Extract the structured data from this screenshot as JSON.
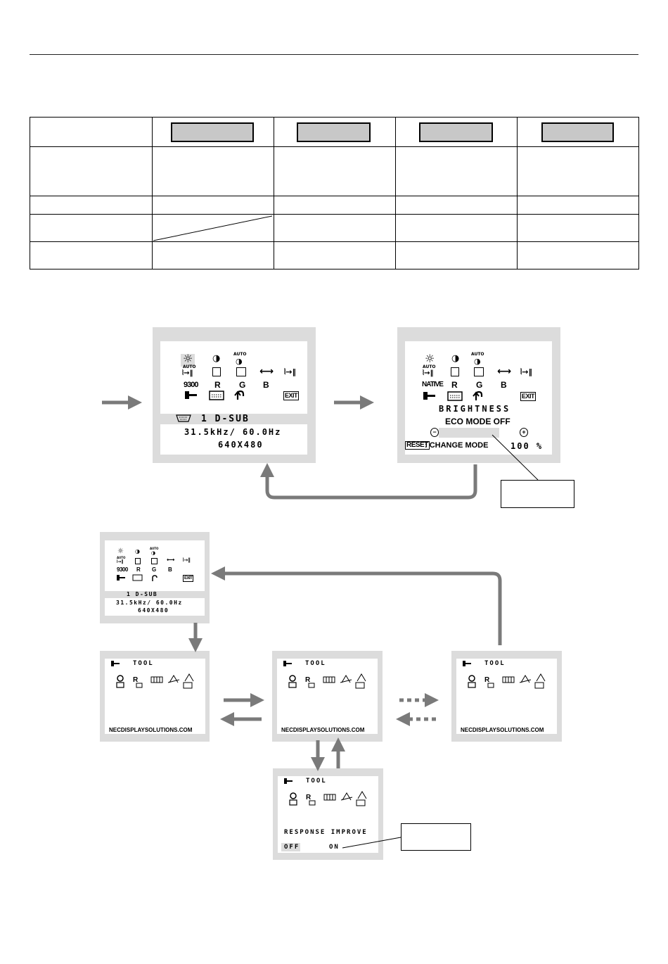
{
  "icons": {
    "brightness": "☼",
    "contrast": "◑",
    "auto": "AUTO",
    "auto_adjust": "AUTO",
    "h_size": "⟷",
    "fine": "⦚→‖",
    "color_9300": "9300",
    "color_native": "NATIVE",
    "r": "R",
    "g": "G",
    "b": "B",
    "exit": "EXIT",
    "reset": "RESET"
  },
  "osd_main": {
    "input": "1  D-SUB",
    "freq": "31.5kHz/ 60.0Hz",
    "resolution": "640X480"
  },
  "osd_brightness": {
    "title": "BRIGHTNESS",
    "eco": "ECO MODE OFF",
    "footer": ": CHANGE MODE",
    "value": "100 %",
    "level": 0.75
  },
  "osd_tool": {
    "title": "TOOL",
    "website": "NECDISPLAYSOLUTIONS.COM"
  },
  "osd_response": {
    "label": "RESPONSE  IMPROVE",
    "off": "OFF",
    "on": "ON"
  }
}
